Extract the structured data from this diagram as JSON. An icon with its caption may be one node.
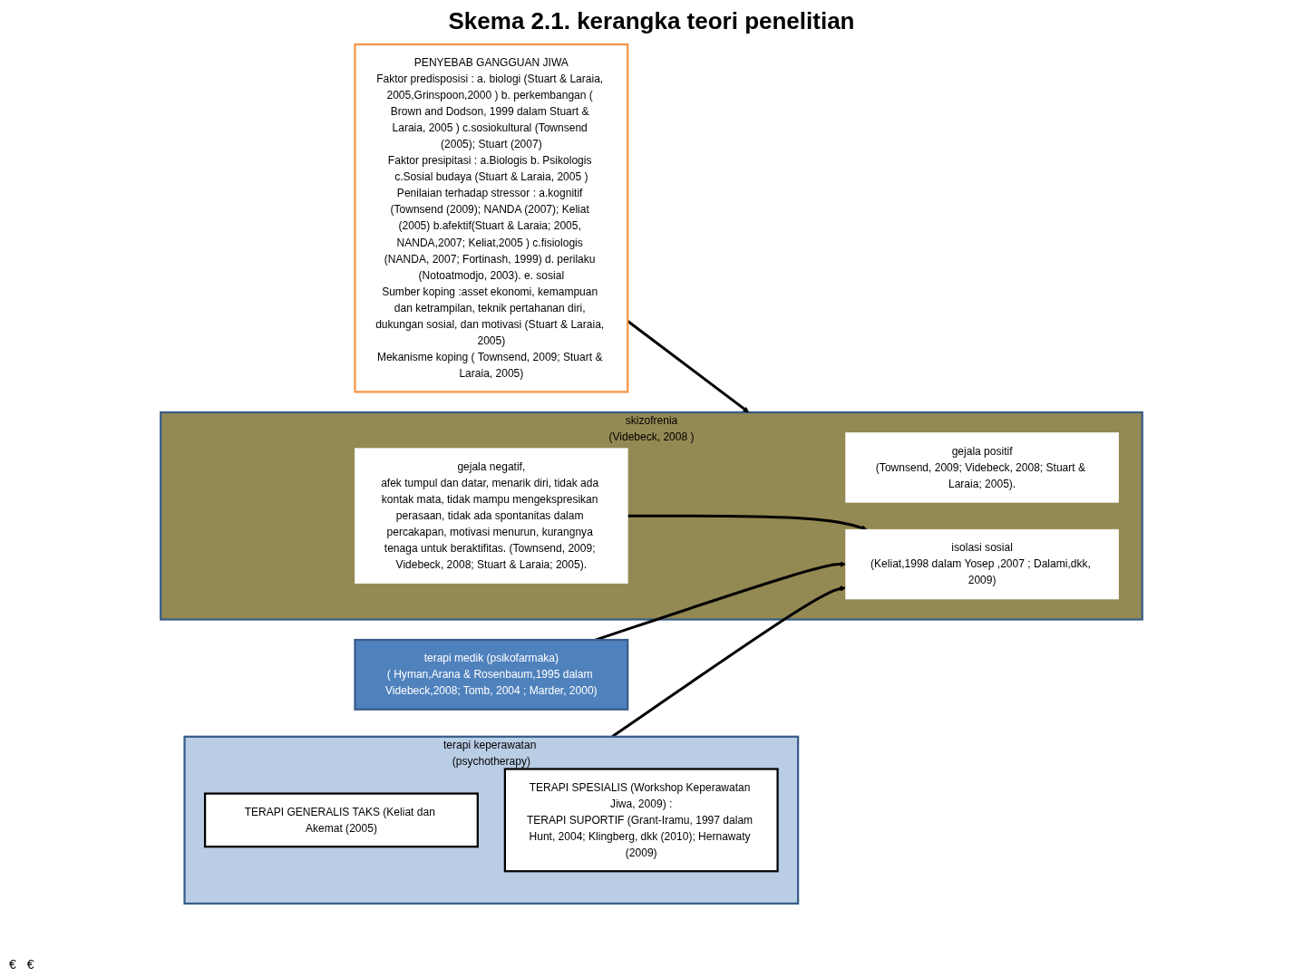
{
  "diagram": {
    "title": "Skema 2.1. kerangka teori penelitian",
    "nodes": [
      {
        "text": [
          "PENYEBAB GANGGUAN JIWA",
          "Faktor predisposisi : a. biologi (Stuart & Laraia, 2005,Grinspoon,2000 ) b. perkembangan ( Brown and Dodson, 1999 dalam Stuart & Laraia, 2005 ) c.sosiokultural (Townsend (2005); Stuart (2007)",
          "Faktor presipitasi : a.Biologis b. Psikologis c.Sosial budaya (Stuart & Laraia, 2005 )",
          "Penilaian terhadap stressor : a.kognitif (Townsend (2009); NANDA (2007); Keliat (2005) b.afektif(Stuart & Laraia; 2005, NANDA,2007; Keliat,2005 ) c.fisiologis (NANDA, 2007; Fortinash, 1999) d. perilaku (Notoatmodjo, 2003). e. sosial",
          "Sumber koping :asset ekonomi, kemampuan dan ketrampilan, teknik pertahanan diri, dukungan sosial, dan motivasi (Stuart & Laraia, 2005)",
          "Mekanisme koping ( Townsend, 2009; Stuart & Laraia, 2005)"
        ]
      },
      {
        "text": [
          "skizofrenia",
          "(Videbeck, 2008 )"
        ]
      },
      {
        "text": [
          "gejala positif",
          "(Townsend, 2009; Videbeck, 2008; Stuart & Laraia; 2005)."
        ],
        "in": 1
      },
      {
        "text": [
          "gejala negatif,",
          "afek tumpul dan datar, menarik diri, tidak ada kontak mata, tidak mampu mengekspresikan perasaan, tidak ada spontanitas dalam percakapan, motivasi menurun, kurangnya tenaga untuk beraktifitas. (Townsend, 2009; Videbeck, 2008; Stuart & Laraia; 2005)."
        ],
        "in": 1
      },
      {
        "text": [
          "isolasi sosial",
          "(Keliat,1998 dalam Yosep ,2007 ; Dalami,dkk, 2009)"
        ],
        "in": 1
      },
      {
        "text": [
          "terapi medik (psikofarmaka)",
          "( Hyman,Arana & Rosenbaum,1995 dalam Videbeck,2008; Tomb, 2004 ; Marder, 2000)"
        ]
      },
      {
        "text": [
          "terapi keperawatan (psychotherapy)"
        ]
      },
      {
        "text": [
          "TERAPI GENERALIS TAKS (Keliat dan Akemat (2005)"
        ],
        "in": 6
      },
      {
        "text": [
          "TERAPI SPESIALIS (Workshop Keperawatan Jiwa, 2009) :",
          "TERAPI SUPORTIF (Grant-Iramu, 1997 dalam Hunt, 2004; Klingberg, dkk (2010); Hernawaty (2009)"
        ],
        "in": 6
      }
    ],
    "edges": [
      {
        "from": 0,
        "to": 1,
        "arrow": "to"
      },
      {
        "from": 3,
        "to": 4,
        "arrow": "to"
      },
      {
        "from": 5,
        "to": 4,
        "arrow": "to"
      },
      {
        "from": 6,
        "to": 4,
        "arrow": "to"
      }
    ],
    "labels": [
      "€",
      "€"
    ]
  }
}
